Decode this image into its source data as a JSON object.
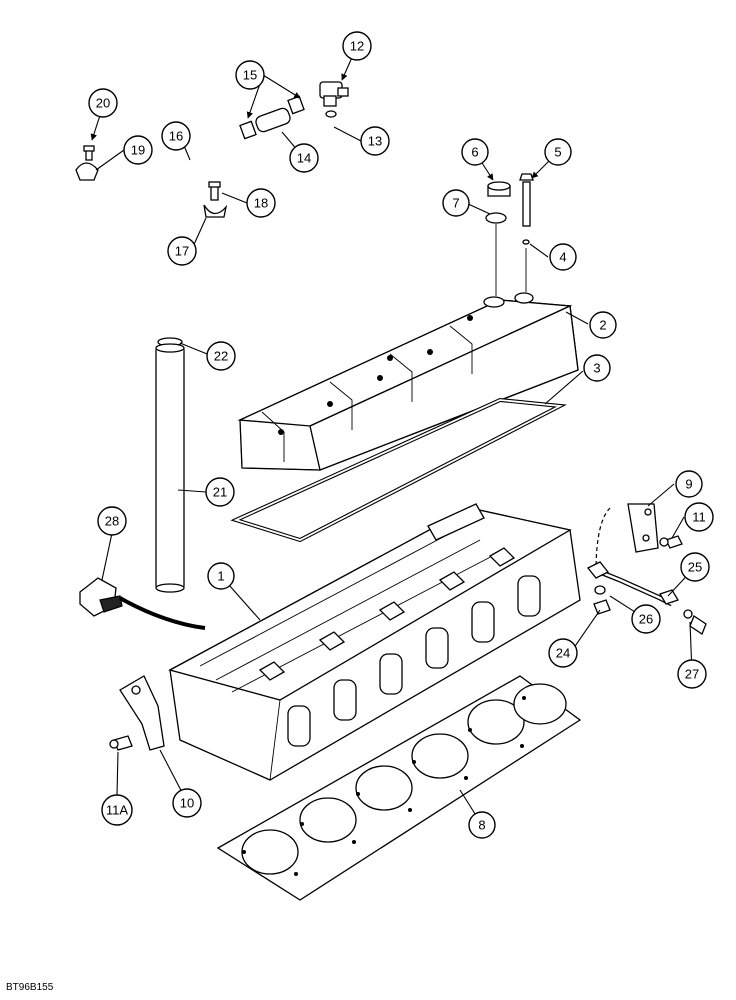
{
  "figure": {
    "reference_code": "BT96B155"
  },
  "callouts": [
    "1",
    "2",
    "3",
    "4",
    "5",
    "6",
    "7",
    "8",
    "9",
    "10",
    "11",
    "11A",
    "12",
    "13",
    "14",
    "15",
    "16",
    "17",
    "18",
    "19",
    "20",
    "21",
    "22",
    "24",
    "25",
    "26",
    "27",
    "28"
  ]
}
